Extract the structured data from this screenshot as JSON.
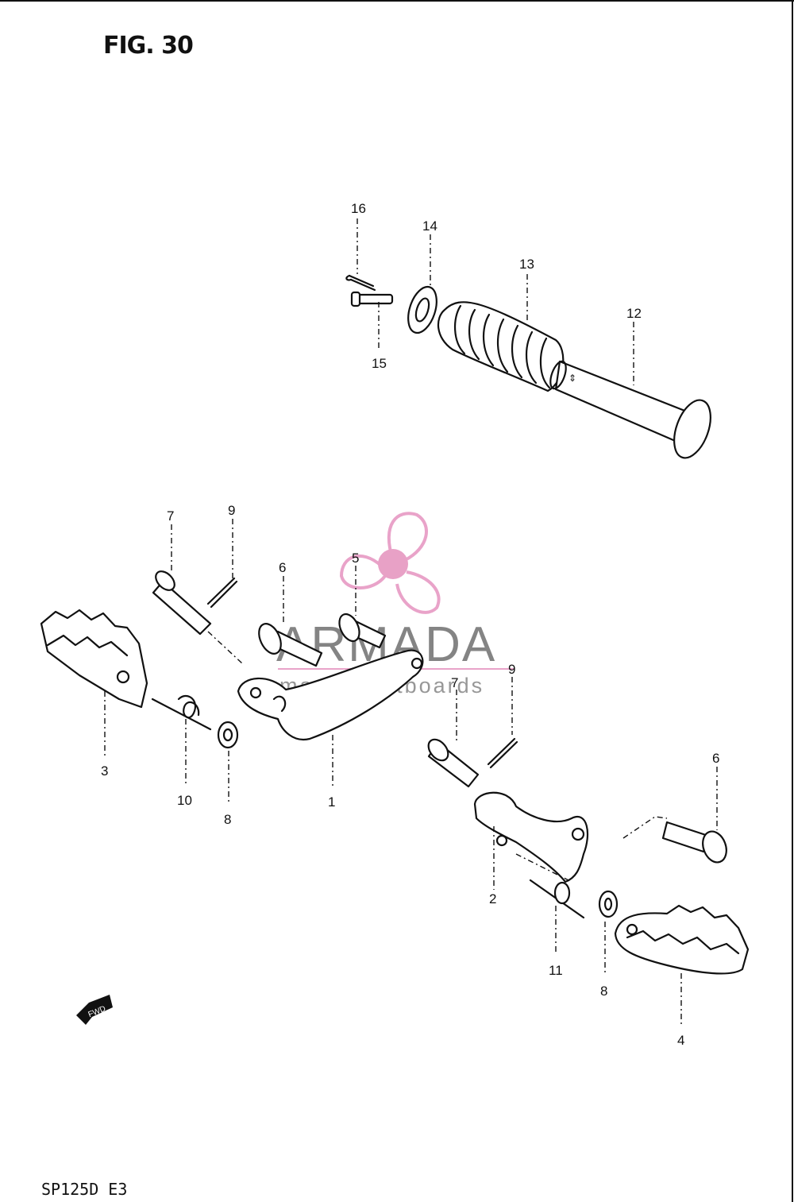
{
  "figure": {
    "title": "FIG. 30",
    "model_code": "SP125D E3"
  },
  "callouts": {
    "c1": "1",
    "c2": "2",
    "c3": "3",
    "c4": "4",
    "c5": "5",
    "c6a": "6",
    "c6b": "6",
    "c7a": "7",
    "c7b": "7",
    "c8a": "8",
    "c8b": "8",
    "c9a": "9",
    "c9b": "9",
    "c10": "10",
    "c11": "11",
    "c12": "12",
    "c13": "13",
    "c14": "14",
    "c15": "15",
    "c16": "16"
  },
  "direction_marker": {
    "label": "FWD"
  },
  "watermark": {
    "brand": "ARMADA",
    "tagline": "marine outboards",
    "logo_color": "#e9a3c9",
    "hub_color": "#e8a1c6"
  },
  "colors": {
    "line": "#111111",
    "background": "#ffffff"
  }
}
